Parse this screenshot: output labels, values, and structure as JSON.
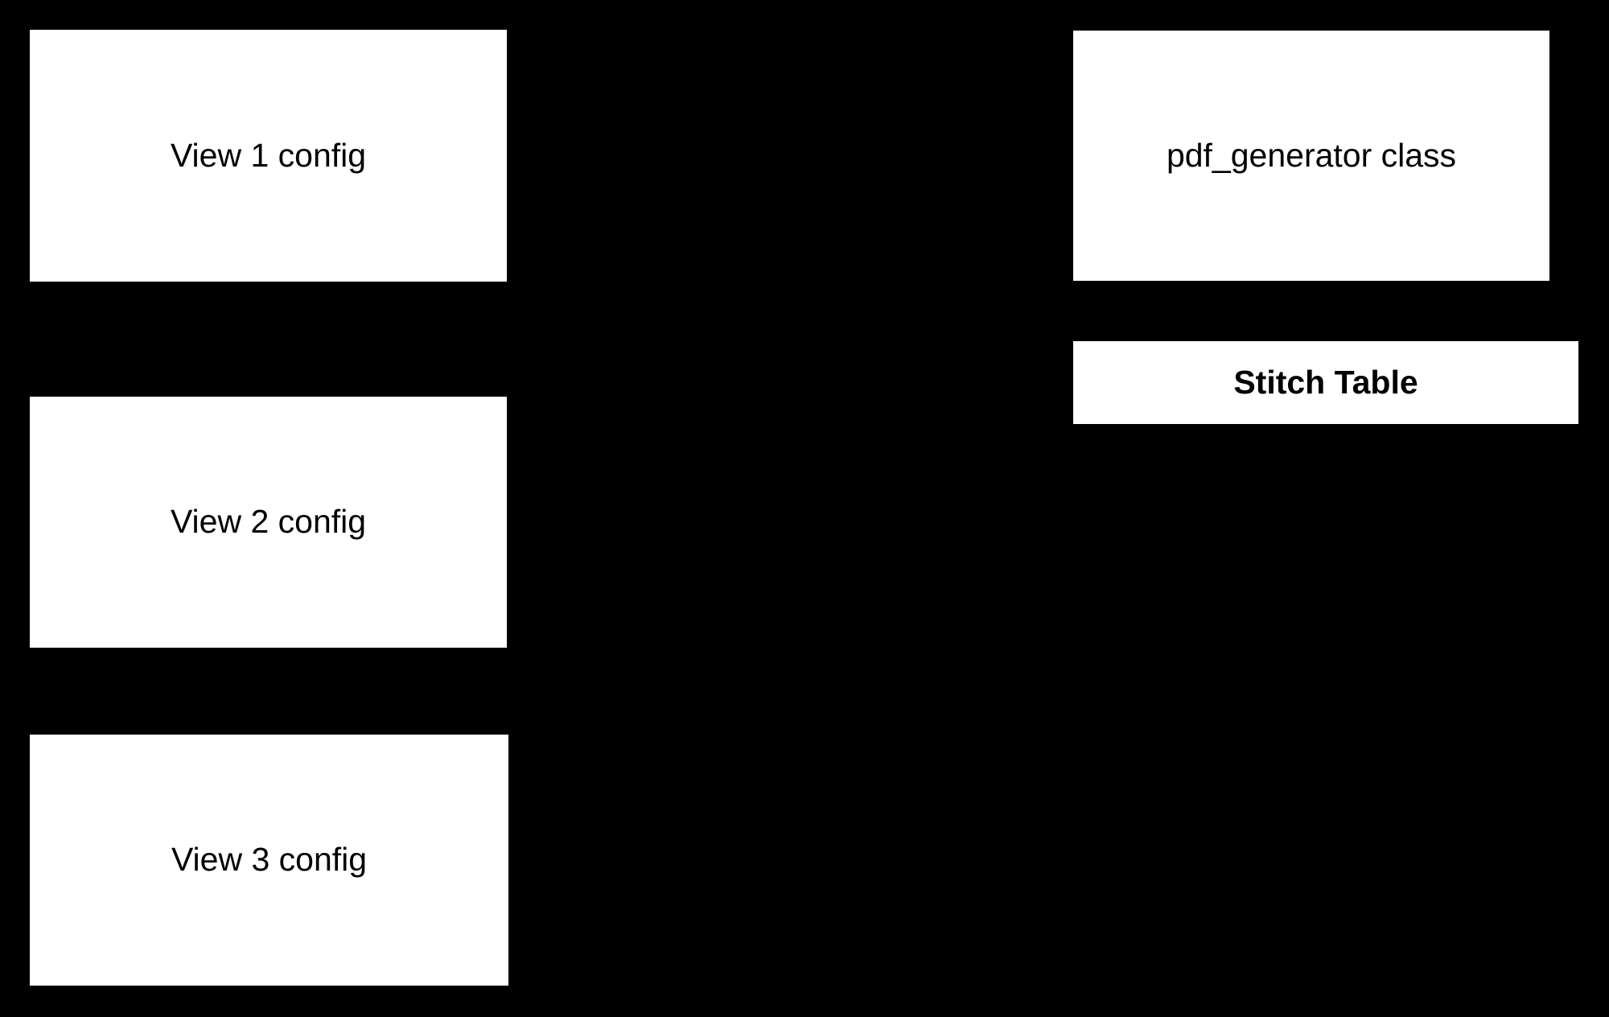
{
  "diagram": {
    "background_color": "#000000",
    "node_fill_color": "#ffffff",
    "node_text_color": "#000000",
    "nodes": [
      {
        "id": "view1",
        "label": "View 1 config",
        "column": "left",
        "weight": "regular"
      },
      {
        "id": "view2",
        "label": "View 2 config",
        "column": "left",
        "weight": "regular"
      },
      {
        "id": "view3",
        "label": "View 3 config",
        "column": "left",
        "weight": "regular"
      },
      {
        "id": "pdfgen",
        "label": "pdf_generator class",
        "column": "right",
        "weight": "regular"
      },
      {
        "id": "stitch",
        "label": "Stitch Table",
        "column": "right",
        "weight": "bold"
      }
    ]
  }
}
